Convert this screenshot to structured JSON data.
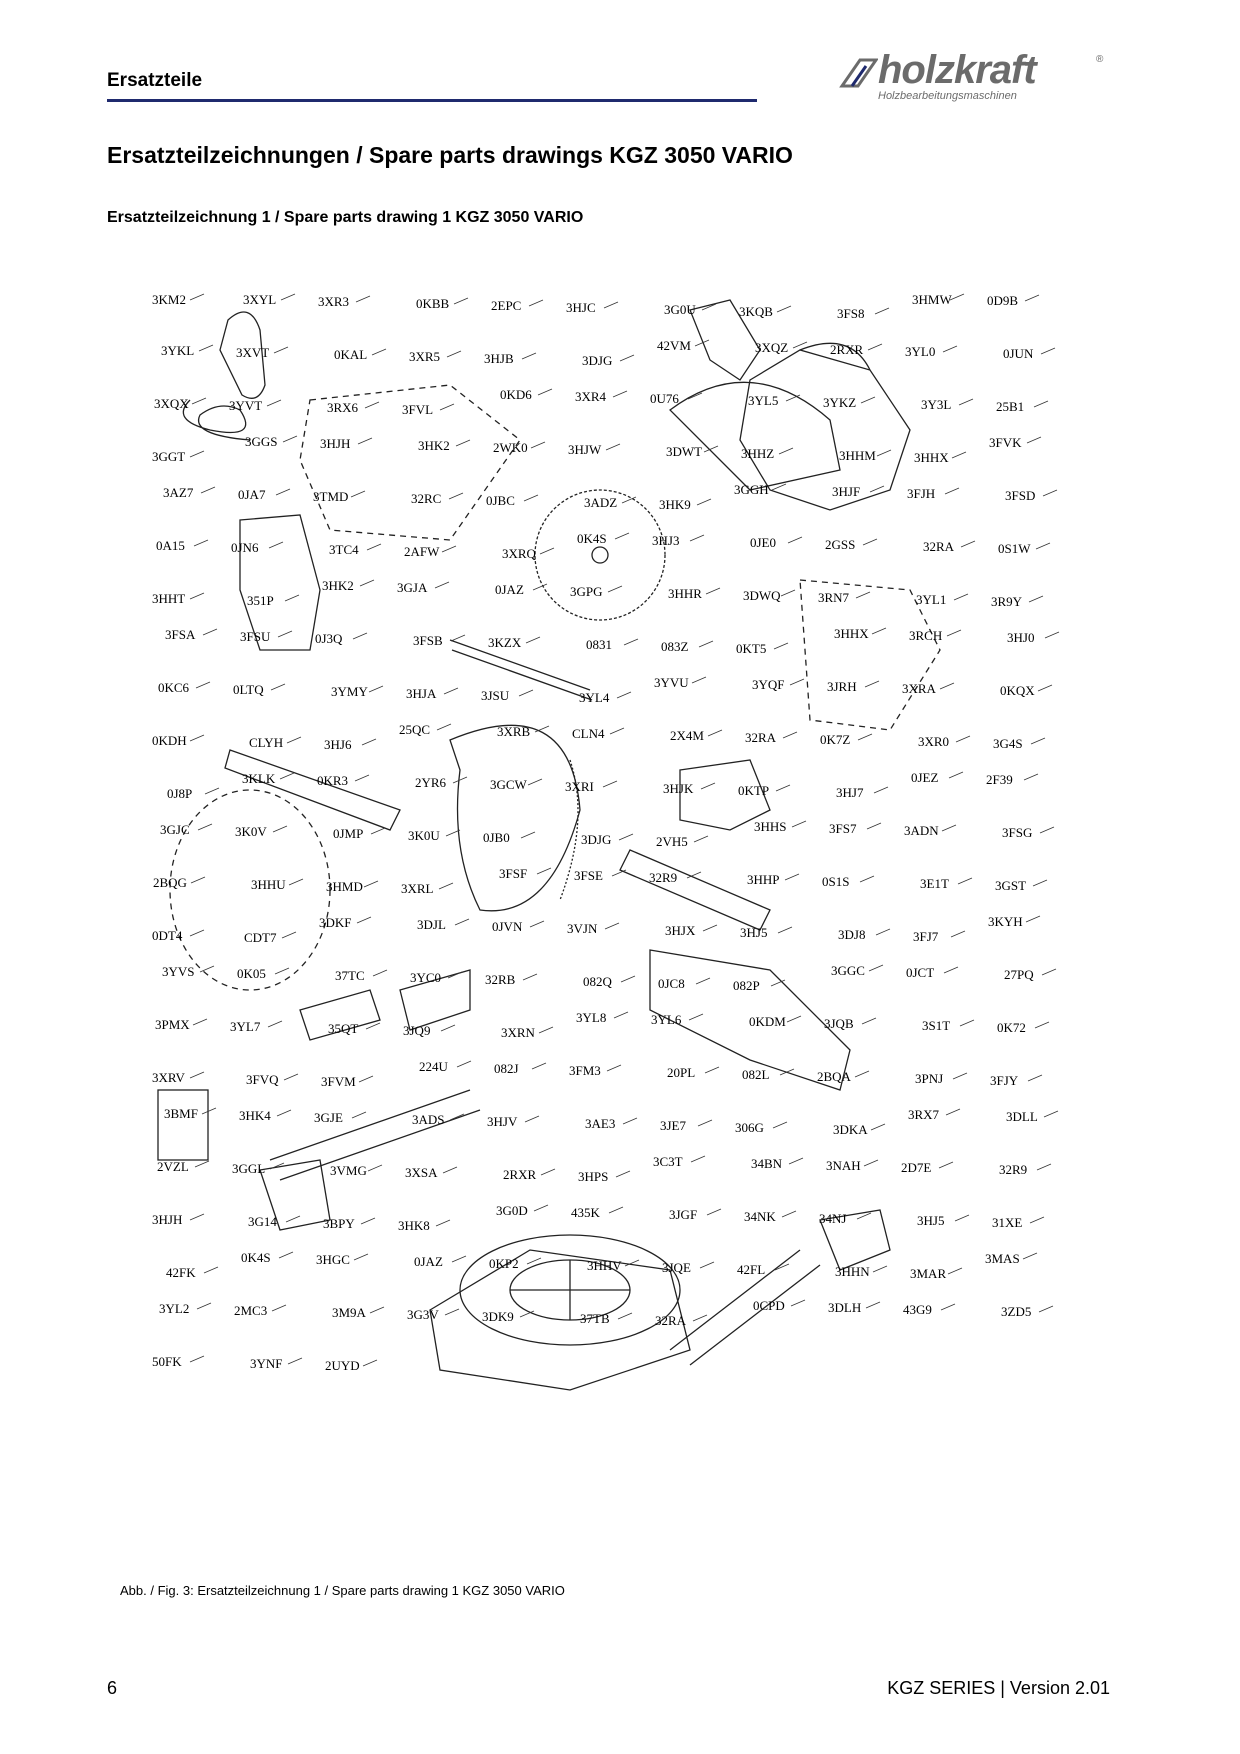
{
  "header": {
    "section": "Ersatzteile",
    "logo": {
      "word": "holzkraft",
      "registered": "®",
      "tagline": "Holzbearbeitungsmaschinen",
      "color": "#6b6b6b"
    },
    "rule_color": "#1f2a6e"
  },
  "title": "Ersatzteilzeichnungen / Spare parts drawings KGZ 3050 VARIO",
  "subtitle": "Ersatzteilzeichnung 1 / Spare parts drawing 1 KGZ 3050 VARIO",
  "drawing": {
    "part_labels": [
      "3KM2",
      "3XYL",
      "3XR3",
      "0KBB",
      "2EPC",
      "3HJC",
      "3G0U",
      "3KQB",
      "3FS8",
      "3HMW",
      "0D9B",
      "3YKL",
      "3XVT",
      "0KAL",
      "3XR5",
      "3HJB",
      "3DJG",
      "42VM",
      "3XQZ",
      "2RXR",
      "3YL0",
      "0JUN",
      "3XQX",
      "3YVT",
      "3RX6",
      "3FVL",
      "0KD6",
      "3XR4",
      "0U76",
      "3YL5",
      "3YKZ",
      "3Y3L",
      "25B1",
      "3GGT",
      "3GGS",
      "3HJH",
      "3HK2",
      "2WK0",
      "3HJW",
      "3DWT",
      "3HHZ",
      "3HHM",
      "3HHX",
      "3FVK",
      "3AZ7",
      "0JA7",
      "3TMD",
      "32RC",
      "0JBC",
      "3ADZ",
      "3HK9",
      "3GGH",
      "3HJF",
      "3FJH",
      "3FSD",
      "0A15",
      "0JN6",
      "3TC4",
      "2AFW",
      "3XRQ",
      "0K4S",
      "3HJ3",
      "0JE0",
      "2GSS",
      "32RA",
      "0S1W",
      "3HHT",
      "351P",
      "3HK2",
      "3GJA",
      "0JAZ",
      "3GPG",
      "3HHR",
      "3DWQ",
      "3RN7",
      "3YL1",
      "3R9Y",
      "3FSA",
      "3FSU",
      "0J3Q",
      "3FSB",
      "3KZX",
      "0831",
      "083Z",
      "0KT5",
      "3HHX",
      "3RCH",
      "3HJ0",
      "0KC6",
      "0LTQ",
      "3YMY",
      "3HJA",
      "3JSU",
      "3YL4",
      "3YVU",
      "3YQF",
      "3JRH",
      "3XRA",
      "0KQX",
      "0KDH",
      "CLYH",
      "3HJ6",
      "25QC",
      "3XRB",
      "CLN4",
      "2X4M",
      "32RA",
      "0K7Z",
      "3XR0",
      "3G4S",
      "0J8P",
      "3KLK",
      "0KR3",
      "2YR6",
      "3GCW",
      "3XRI",
      "3HJK",
      "0KTP",
      "3HJ7",
      "0JEZ",
      "2F39",
      "3GJC",
      "3K0V",
      "0JMP",
      "3K0U",
      "0JB0",
      "3DJG",
      "2VH5",
      "3HHS",
      "3FS7",
      "3ADN",
      "3FSG",
      "2BQG",
      "3HHU",
      "3HMD",
      "3XRL",
      "3FSF",
      "3FSE",
      "32R9",
      "3HHP",
      "0S1S",
      "3E1T",
      "3GST",
      "0DT4",
      "CDT7",
      "3DKF",
      "3DJL",
      "0JVN",
      "3VJN",
      "3HJX",
      "3HJ5",
      "3DJ8",
      "3FJ7",
      "3KYH",
      "3YVS",
      "0K05",
      "37TC",
      "3YC0",
      "32RB",
      "082Q",
      "0JC8",
      "082P",
      "3GGC",
      "0JCT",
      "27PQ",
      "3PMX",
      "3YL7",
      "35QT",
      "3JQ9",
      "3XRN",
      "3YL8",
      "3YL6",
      "0KDM",
      "3JQB",
      "3S1T",
      "0K72",
      "3XRV",
      "3FVQ",
      "3FVM",
      "224U",
      "082J",
      "3FM3",
      "20PL",
      "082L",
      "2BQA",
      "3PNJ",
      "3FJY",
      "3BMF",
      "3HK4",
      "3GJE",
      "3ADS",
      "3HJV",
      "3AE3",
      "3JE7",
      "306G",
      "3DKA",
      "3RX7",
      "3DLL",
      "2VZL",
      "3GGL",
      "3VMG",
      "3XSA",
      "2RXR",
      "3HPS",
      "3C3T",
      "34BN",
      "3NAH",
      "2D7E",
      "32R9",
      "3HJH",
      "3G14",
      "3BPY",
      "3HK8",
      "3G0D",
      "435K",
      "3JGF",
      "34NK",
      "34NJ",
      "3HJ5",
      "31XE",
      "42FK",
      "0K4S",
      "3HGC",
      "0JAZ",
      "0KP2",
      "3HHV",
      "3JQE",
      "42FL",
      "3HHN",
      "3MAR",
      "3MAS",
      "3YL2",
      "2MC3",
      "3M9A",
      "3G3V",
      "3DK9",
      "37TB",
      "32RA",
      "0CPD",
      "3DLH",
      "43G9",
      "3ZD5",
      "50FK",
      "3YNF",
      "2UYD"
    ]
  },
  "caption": "Abb. / Fig.  3: Ersatzteilzeichnung 1 / Spare parts drawing 1 KGZ 3050 VARIO",
  "footer": {
    "page": "6",
    "doc": "KGZ SERIES | Version 2.01"
  }
}
